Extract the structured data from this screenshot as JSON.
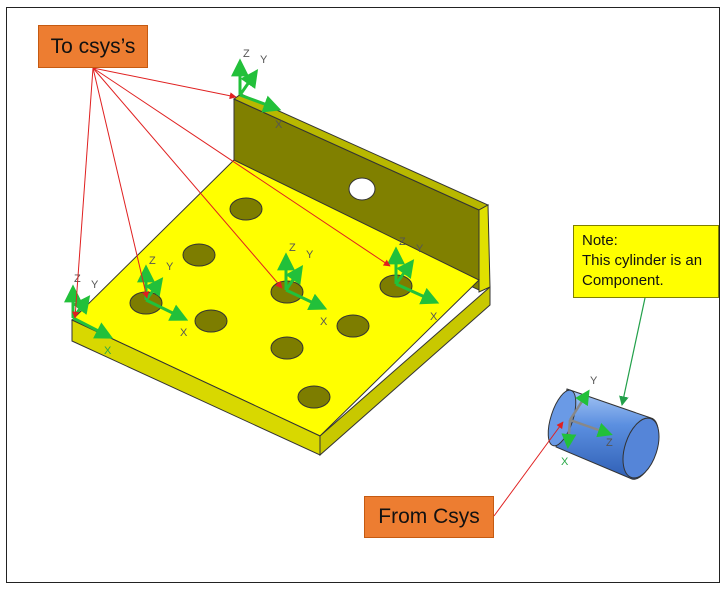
{
  "callouts": {
    "to_csys": "To csys’s",
    "from_csys": "From Csys",
    "note_lines": [
      "Note:",
      "This cylinder is an",
      "Component."
    ]
  },
  "axis_labels": {
    "x": "X",
    "y": "Y",
    "z": "Z"
  },
  "colors": {
    "part_top": "#ffff00",
    "part_side": "#d8d800",
    "part_dark": "#7d7d00",
    "cylinder": "#5b8fe0",
    "arrow_red": "#e02020",
    "arrow_green": "#22a04a",
    "callout_orange": "#ed7d31",
    "note_yellow": "#ffff00"
  },
  "icons": [
    "csys-triad-icon",
    "cylinder-component-icon",
    "bracket-part-icon"
  ]
}
